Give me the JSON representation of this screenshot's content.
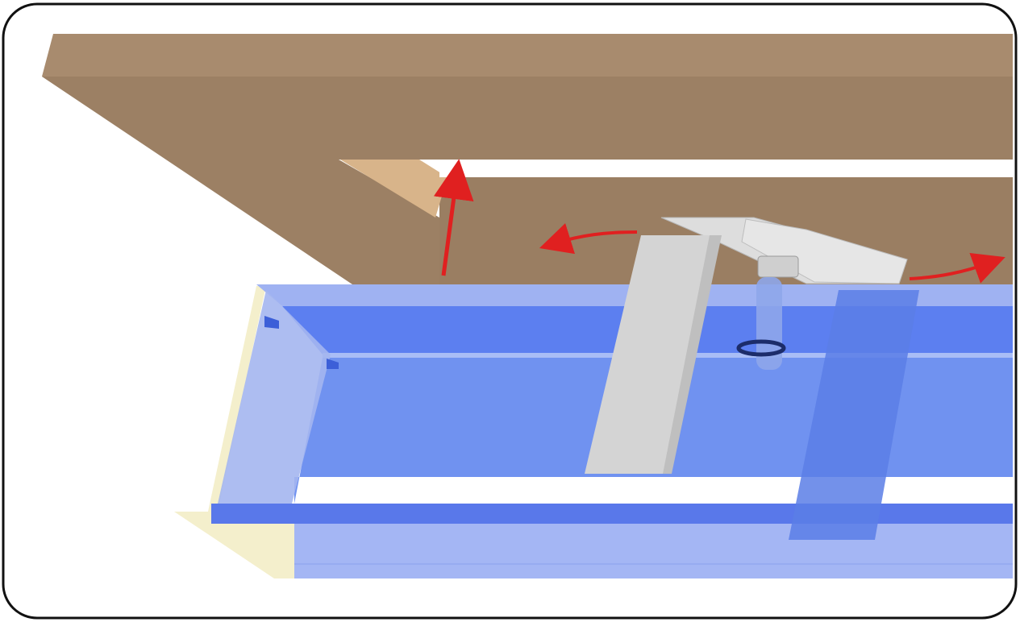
{
  "diagram": {
    "components": [
      {
        "id": "wood-beam",
        "color": "#a0866a"
      },
      {
        "id": "wood-joist",
        "color": "#9b7f63"
      },
      {
        "id": "steel-i-beam",
        "color": "#6e8ff0"
      },
      {
        "id": "beam-clamp",
        "color": "#d8d8d8"
      },
      {
        "id": "bolt",
        "color": "#c8c8c8"
      },
      {
        "id": "washer",
        "color": "#1c2c6a"
      }
    ],
    "arrows": [
      {
        "id": "arrow-up",
        "color": "#e02020"
      },
      {
        "id": "arrow-rotate-left",
        "color": "#e02020"
      },
      {
        "id": "arrow-rotate-right",
        "color": "#e02020"
      }
    ],
    "frame": {
      "border_color": "#111111",
      "background": "#ffffff"
    }
  }
}
